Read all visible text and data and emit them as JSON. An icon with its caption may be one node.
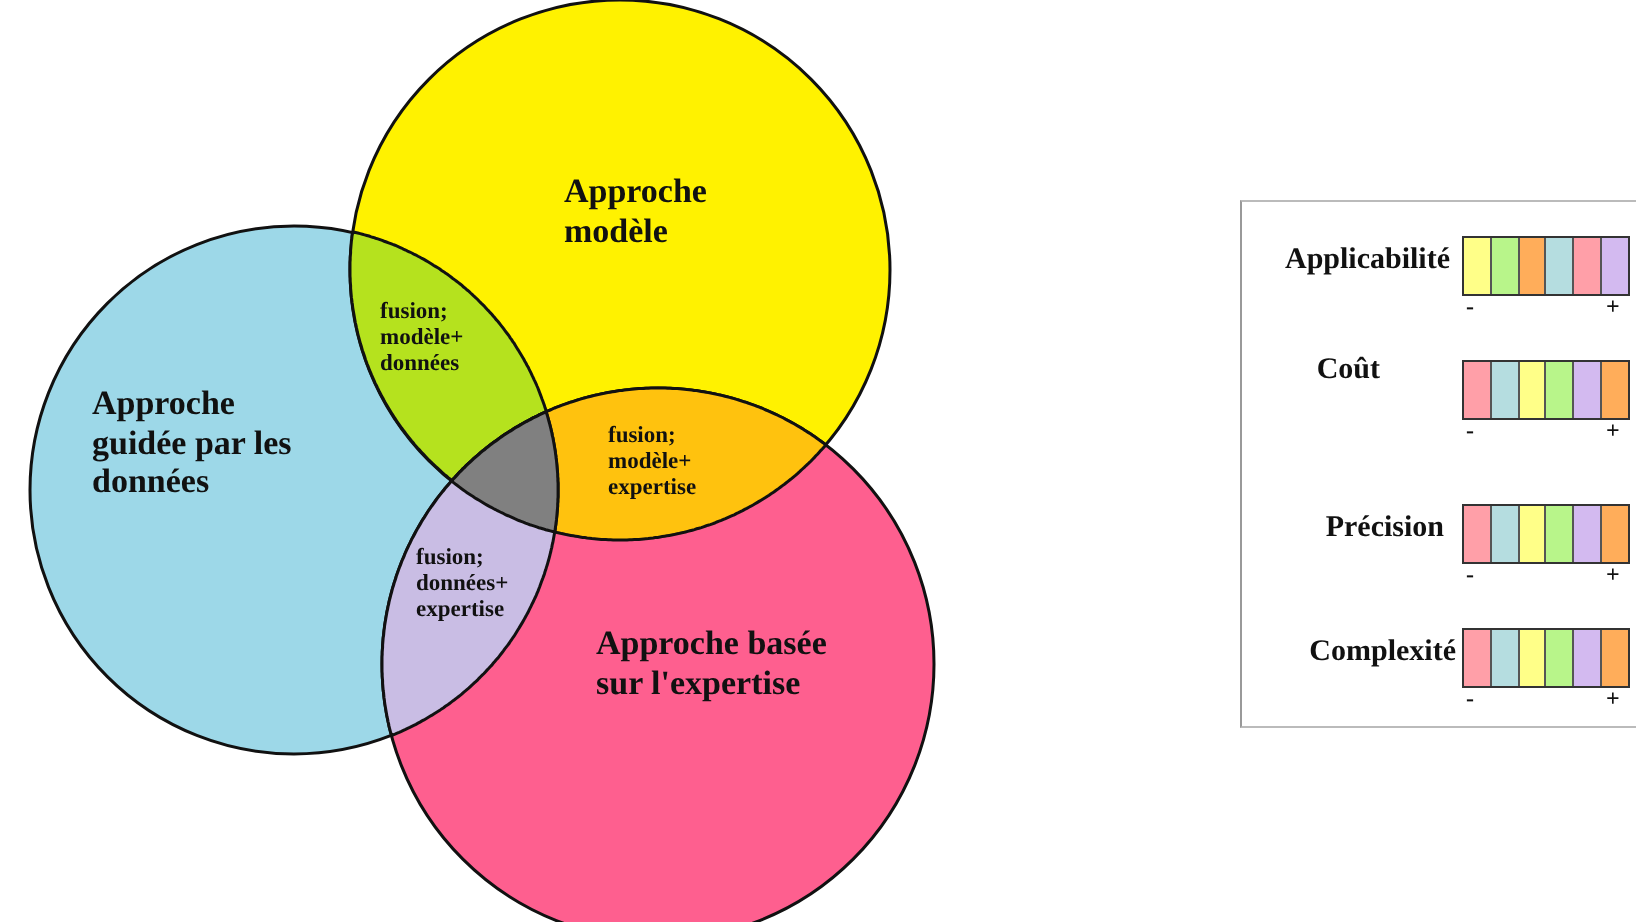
{
  "diagram": {
    "nodes": [
      {
        "text": [
          "Approche modèle"
        ]
      },
      {
        "text": [
          "Approche guidée par les données"
        ]
      },
      {
        "text": [
          "Approche basée sur l'expertise"
        ]
      },
      {
        "text": [
          "fusion; modèle+ données"
        ]
      },
      {
        "text": [
          "fusion; modèle+ expertise"
        ]
      },
      {
        "text": [
          "fusion; données+ expertise"
        ]
      },
      {
        "text": [],
        "shape": "circle"
      }
    ],
    "labels": [
      "Applicabilité",
      "-",
      "+",
      "Coût",
      "-",
      "+",
      "Précision",
      "-",
      "+",
      "Complexité",
      "-",
      "+"
    ]
  }
}
